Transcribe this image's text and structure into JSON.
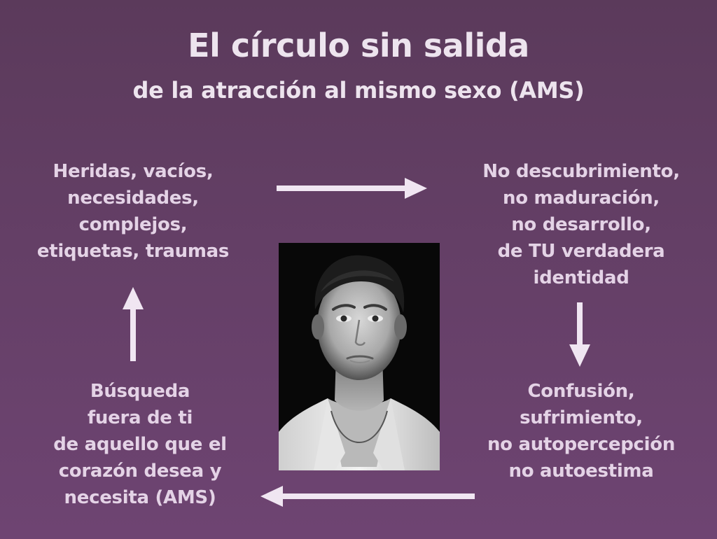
{
  "title": {
    "main": "El círculo sin salida",
    "sub": "de la atracción al mismo sexo (AMS)"
  },
  "nodes": {
    "top_left": [
      "Heridas, vacíos,",
      "necesidades,",
      "complejos,",
      "etiquetas, traumas"
    ],
    "top_right": [
      "No descubrimiento,",
      "no maduración,",
      "no desarrollo,",
      "de TU verdadera",
      "identidad"
    ],
    "bottom_right": [
      "Confusión,",
      "sufrimiento,",
      "no autopercepción",
      "no autoestima"
    ],
    "bottom_left": [
      "Búsqueda",
      "fuera de ti",
      "de aquello que el",
      "corazón desea y",
      "necesita (AMS)"
    ]
  },
  "colors": {
    "background_top": "#5b3a5b",
    "background_bottom": "#6e4472",
    "title_text": "#ede4ee",
    "node_text": "#e4d3e6",
    "arrow": "#f0e6f2"
  },
  "arrows": [
    {
      "from": "top_left",
      "to": "top_right",
      "direction": "right"
    },
    {
      "from": "top_right",
      "to": "bottom_right",
      "direction": "down"
    },
    {
      "from": "bottom_right",
      "to": "bottom_left",
      "direction": "left"
    },
    {
      "from": "bottom_left",
      "to": "top_left",
      "direction": "up"
    }
  ],
  "image": {
    "subject": "black-and-white portrait of a young man"
  }
}
